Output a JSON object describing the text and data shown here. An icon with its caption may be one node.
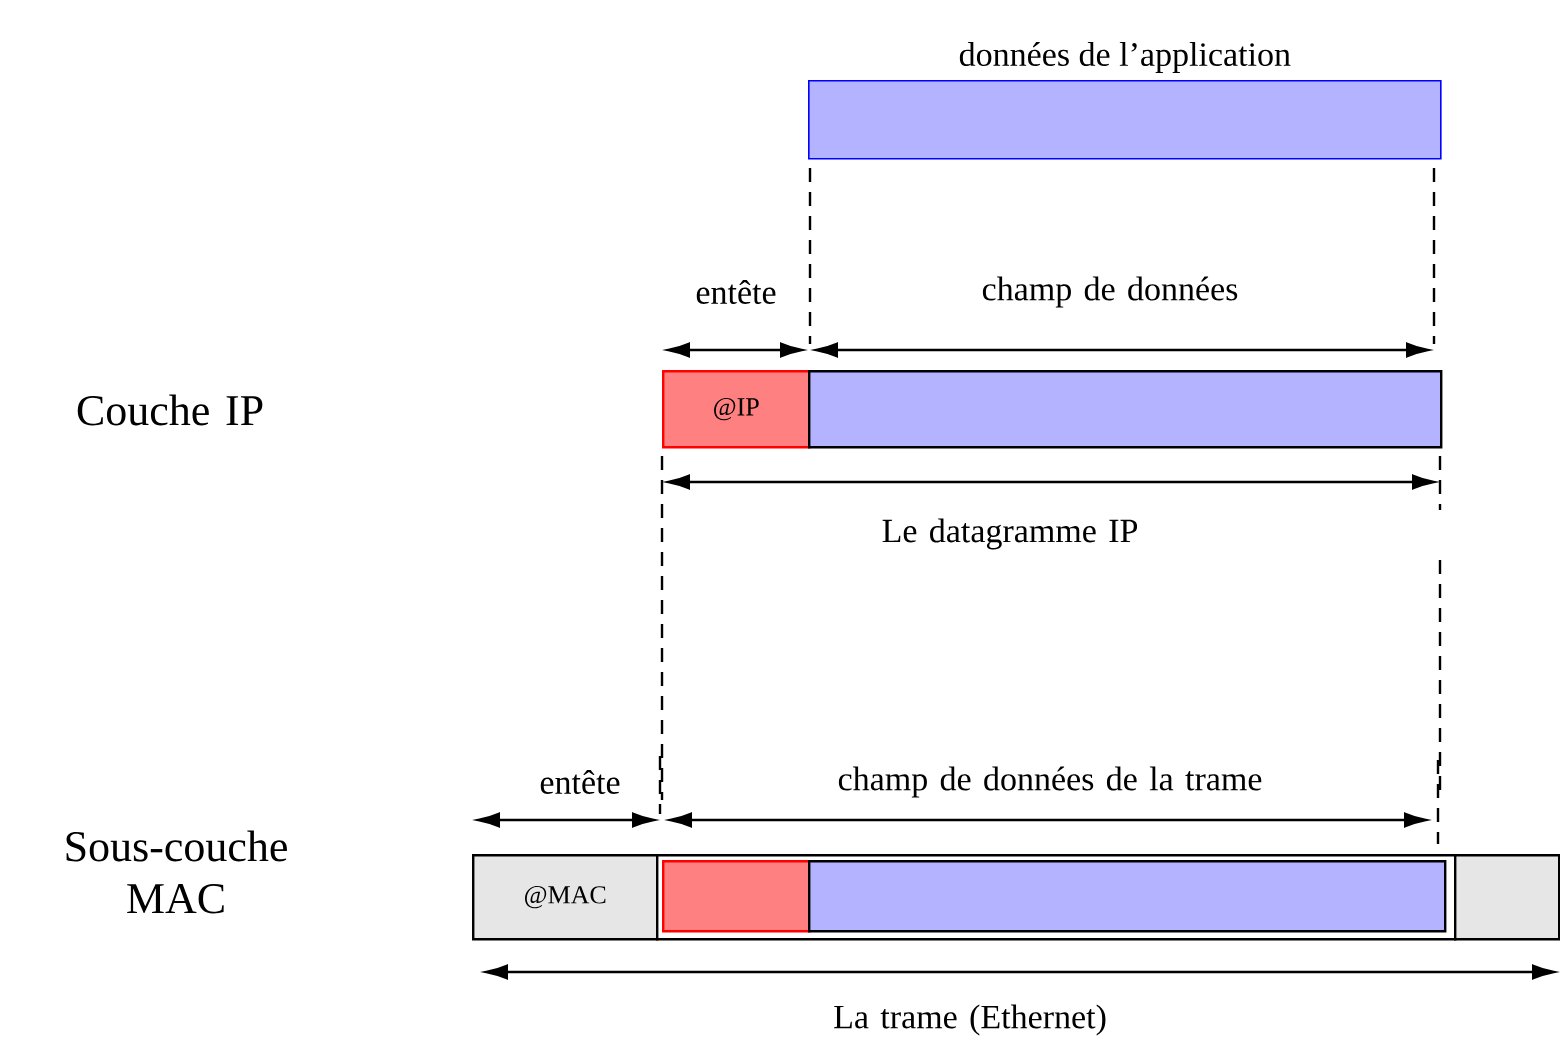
{
  "diagram": {
    "nodes": [
      {
        "text": [
          "données de l’application"
        ]
      },
      {
        "text": [
          "@IP"
        ]
      },
      {
        "text": [],
        "shape": "box"
      },
      {
        "text": [
          "@MAC"
        ]
      },
      {
        "text": [],
        "shape": "box"
      },
      {
        "text": [],
        "shape": "box",
        "in": 4
      },
      {
        "text": [],
        "shape": "box",
        "in": 4
      },
      {
        "text": [],
        "shape": "box"
      }
    ],
    "labels": [
      "entête",
      "champ de données",
      "Couche IP",
      "Le datagramme IP",
      "entête",
      "champ de données de la trame",
      "Sous-couche MAC",
      "La trame (Ethernet)"
    ]
  }
}
